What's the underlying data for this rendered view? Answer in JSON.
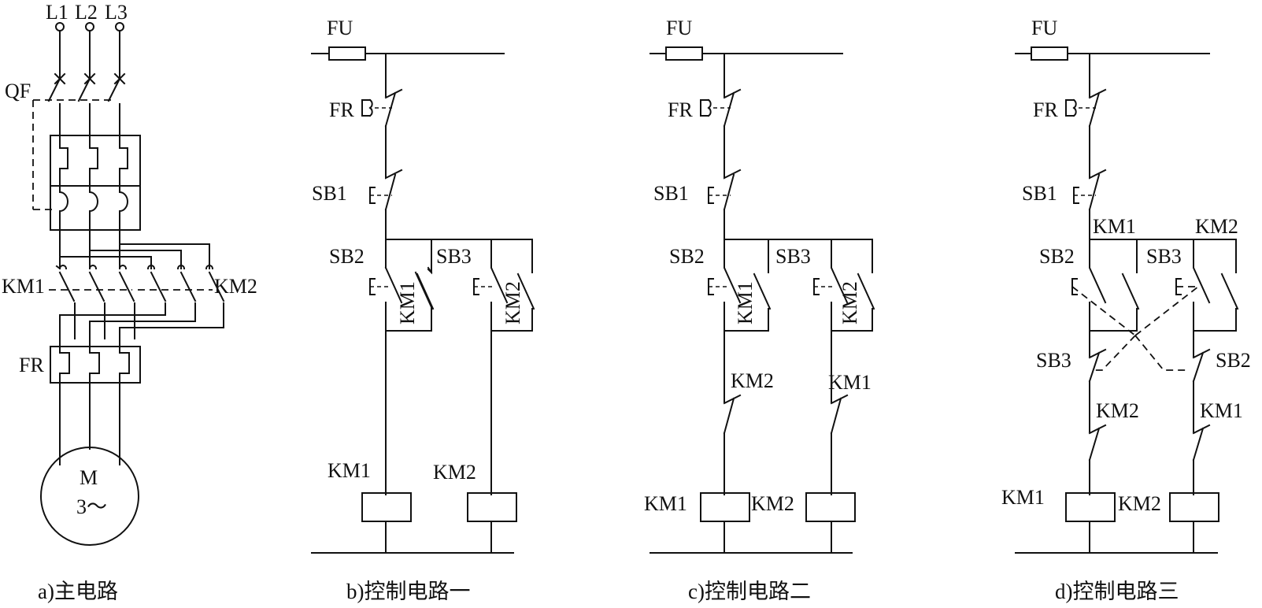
{
  "main": {
    "phases": [
      "L1",
      "L2",
      "L3"
    ],
    "breaker": "QF",
    "contactor_1": "KM1",
    "contactor_2": "KM2",
    "relay": "FR",
    "motor_line1": "M",
    "motor_line2": "3～",
    "caption": "a)主电路"
  },
  "circuit_b": {
    "fuse": "FU",
    "relay": "FR",
    "stop": "SB1",
    "btn1": "SB2",
    "btn2": "SB3",
    "aux1": "KM1",
    "aux2": "KM2",
    "coil1": "KM1",
    "coil2": "KM2",
    "caption": "b)控制电路一"
  },
  "circuit_c": {
    "fuse": "FU",
    "relay": "FR",
    "stop": "SB1",
    "btn1": "SB2",
    "btn2": "SB3",
    "aux1": "KM1",
    "aux2": "KM2",
    "inter1": "KM2",
    "inter2": "KM1",
    "coil1": "KM1",
    "coil2": "KM2",
    "caption": "c)控制电路二"
  },
  "circuit_d": {
    "fuse": "FU",
    "relay": "FR",
    "stop": "SB1",
    "top1": "KM1",
    "top2": "KM2",
    "btn1": "SB2",
    "btn2": "SB3",
    "nc1": "SB3",
    "nc2": "SB2",
    "inter1": "KM2",
    "inter2": "KM1",
    "coil1": "KM1",
    "coil2": "KM2",
    "caption": "d)控制电路三"
  }
}
